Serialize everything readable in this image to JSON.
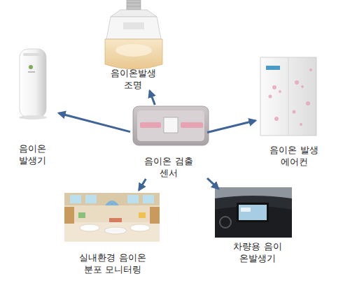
{
  "diagram": {
    "nodes": [
      {
        "text": [
          "음이온발생 조명"
        ]
      },
      {
        "text": [
          "음이온 발생기"
        ]
      },
      {
        "text": [
          "음이온 검출 센서"
        ]
      },
      {
        "text": [
          "음이온 발생 에어컨"
        ]
      },
      {
        "text": [
          "실내환경 음이온 분포 모니터링"
        ]
      },
      {
        "text": [
          "차량용 음이 온발생기"
        ]
      }
    ],
    "edges": [
      {
        "from": 2,
        "to": 0,
        "arrow": "to"
      },
      {
        "from": 2,
        "to": 1,
        "arrow": "to"
      },
      {
        "from": 2,
        "to": 3,
        "arrow": "to"
      },
      {
        "from": 2,
        "to": 4,
        "arrow": "to"
      },
      {
        "from": 2,
        "to": 5,
        "arrow": "to"
      }
    ]
  }
}
